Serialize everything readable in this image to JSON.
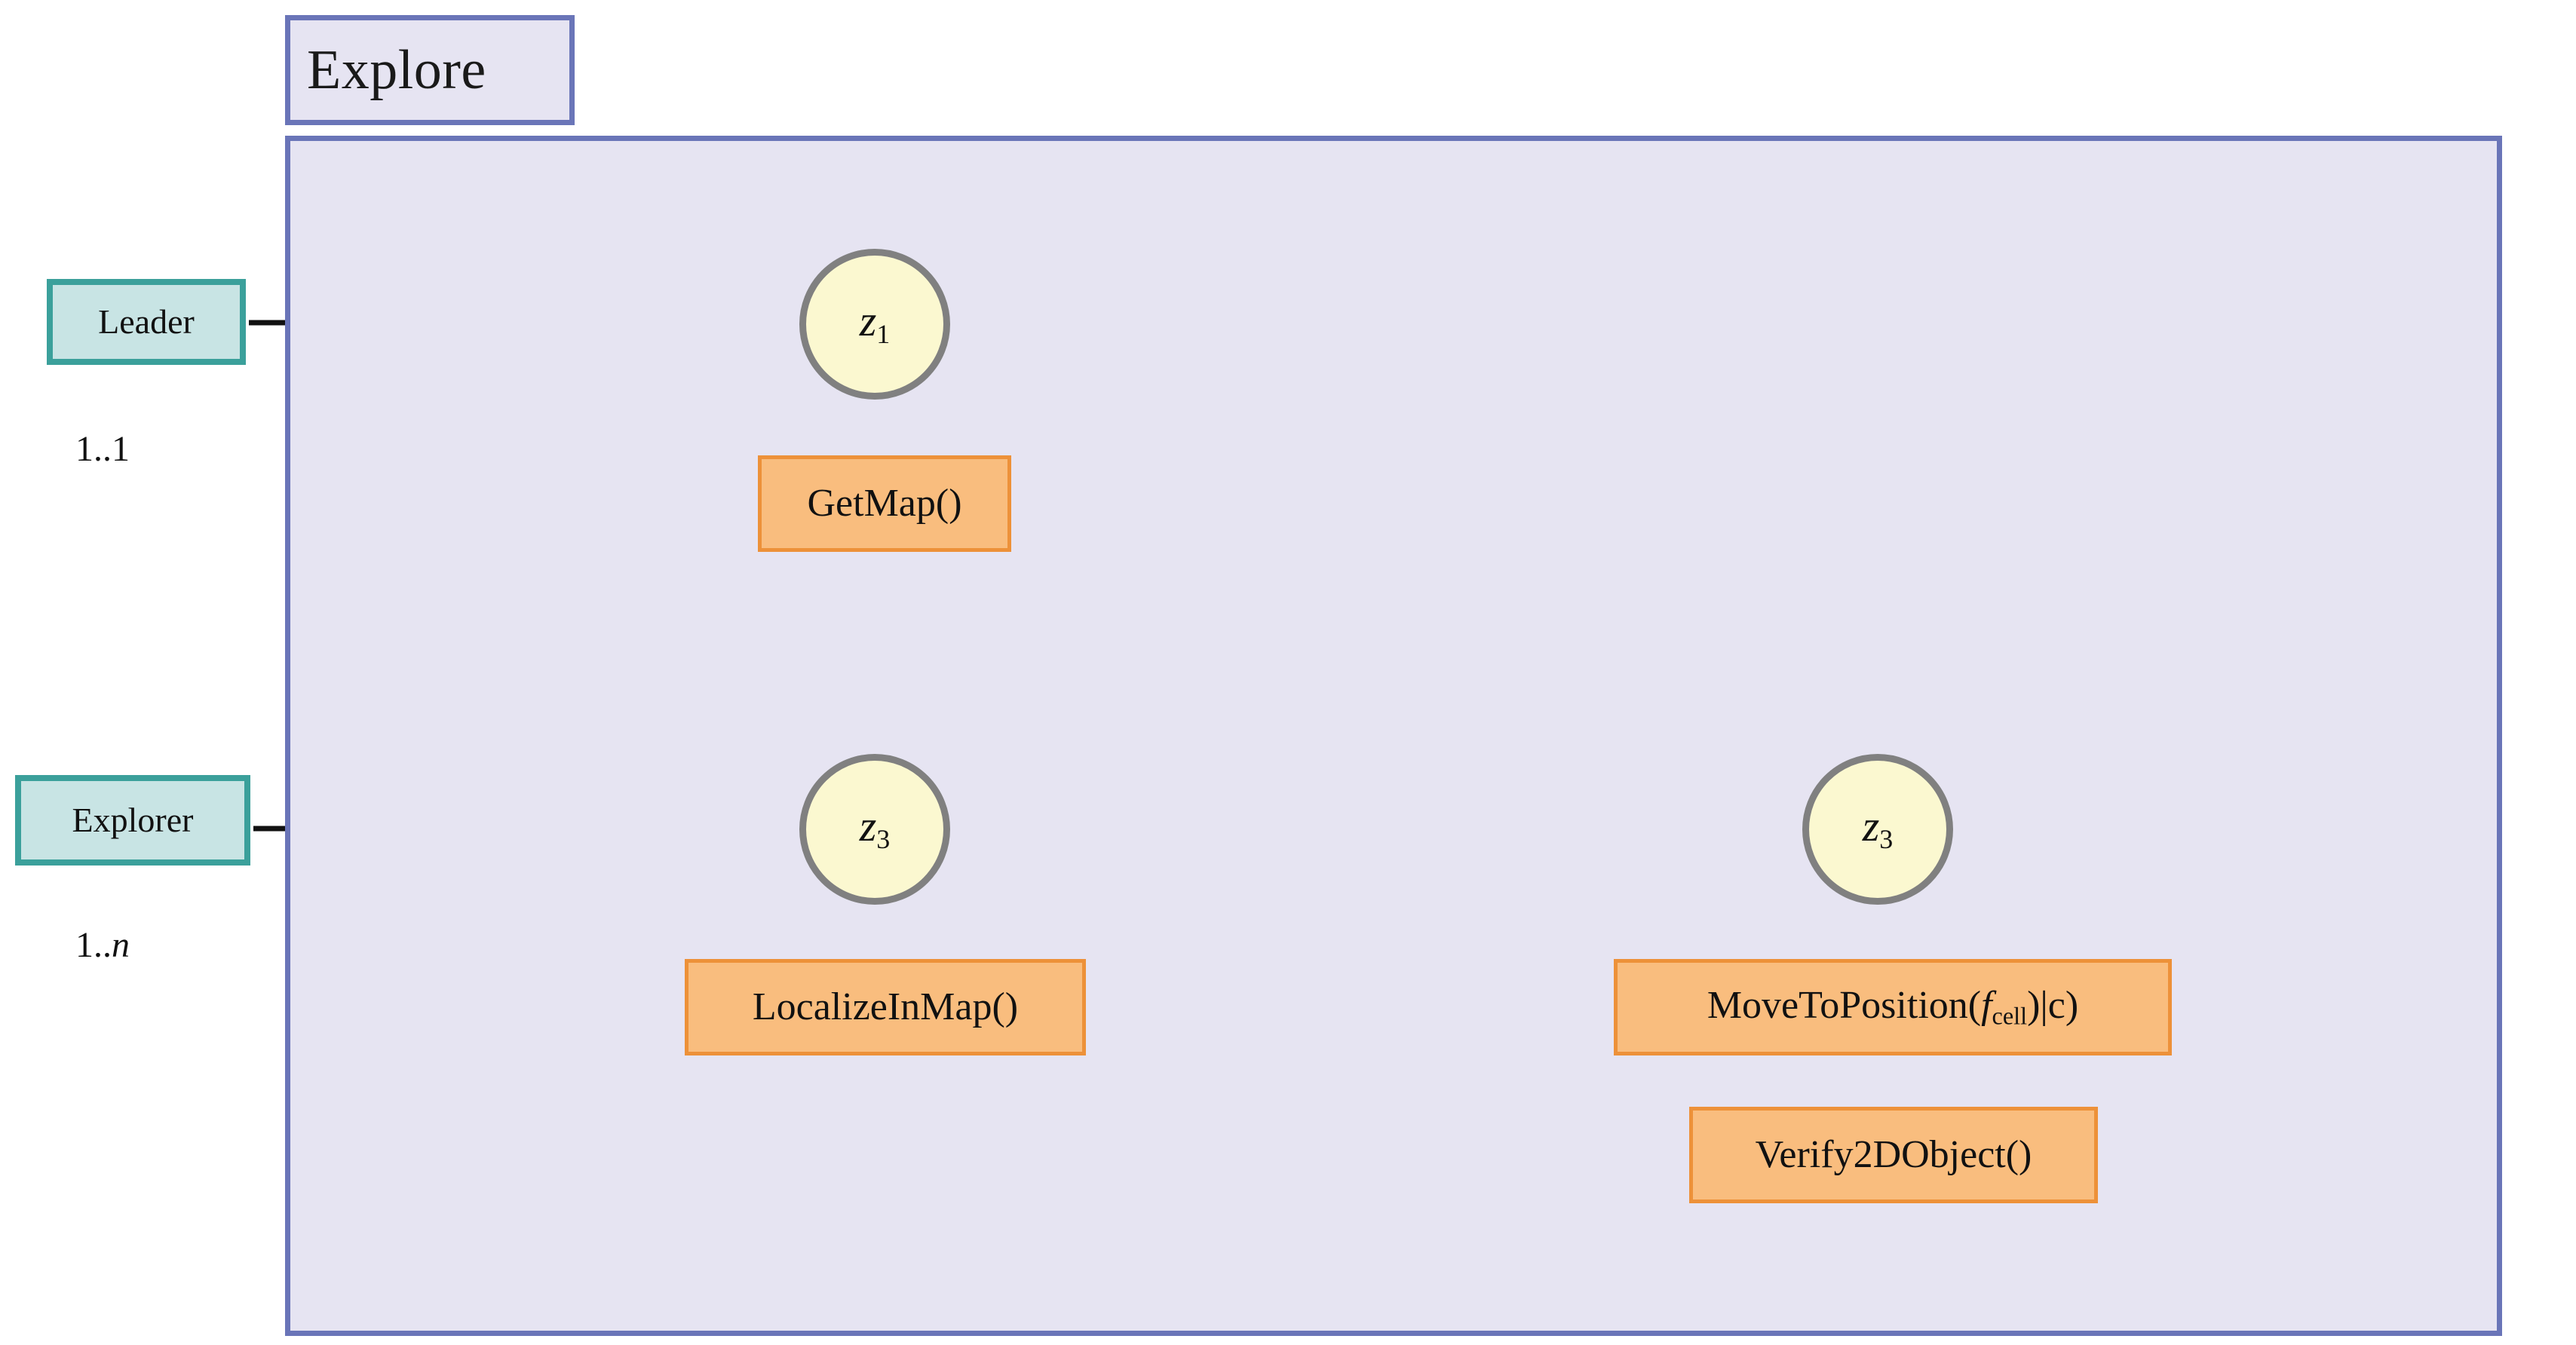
{
  "package": {
    "tab_label": "Explore"
  },
  "roles": [
    {
      "id": "leader",
      "label": "Leader",
      "multiplicity_prefix": "1..",
      "multiplicity_value": "1",
      "multiplicity_italic": false,
      "multiplicity_full": "1..1"
    },
    {
      "id": "explorer",
      "label": "Explorer",
      "multiplicity_prefix": "1..",
      "multiplicity_value": "n",
      "multiplicity_italic": true,
      "multiplicity_full": "1..n"
    }
  ],
  "states": [
    {
      "id": "z1",
      "var": "z",
      "index": "1",
      "full": "z1",
      "lane": "leader"
    },
    {
      "id": "z3-a",
      "var": "z",
      "index": "3",
      "full": "z3",
      "lane": "explorer"
    },
    {
      "id": "z3-b",
      "var": "z",
      "index": "3",
      "full": "z3",
      "lane": "explorer"
    }
  ],
  "actions": [
    {
      "id": "getmap",
      "label": "GetMap()",
      "lane": "leader"
    },
    {
      "id": "localize",
      "label": "LocalizeInMap()",
      "lane": "explorer"
    },
    {
      "id": "movetopos",
      "label_prefix": "MoveToPosition(",
      "param_var": "f",
      "param_sub": "cell",
      "label_suffix": ")|c)",
      "label": "MoveToPosition(fcell)|c)",
      "lane": "explorer"
    },
    {
      "id": "verify2d",
      "label": "Verify2DObject()",
      "lane": "explorer"
    }
  ],
  "transitions": [
    {
      "id": "leader-entry",
      "from": "Leader",
      "to": "z1",
      "style": "arrow"
    },
    {
      "id": "explorer-entry",
      "from": "Explorer",
      "to": "z3",
      "style": "arrow"
    },
    {
      "id": "explorer-step",
      "from": "z3",
      "to": "z3",
      "style": "arrow"
    }
  ],
  "colors": {
    "panel_fill": "#e6e4f2",
    "panel_border": "#6a75b8",
    "role_fill": "#c8e4e4",
    "role_border": "#3ba09b",
    "state_fill": "#fbf8d0",
    "state_border": "#808080",
    "action_fill": "#f9bd7e",
    "action_border": "#ed9139",
    "line": "#111111",
    "background": "#ffffff"
  }
}
